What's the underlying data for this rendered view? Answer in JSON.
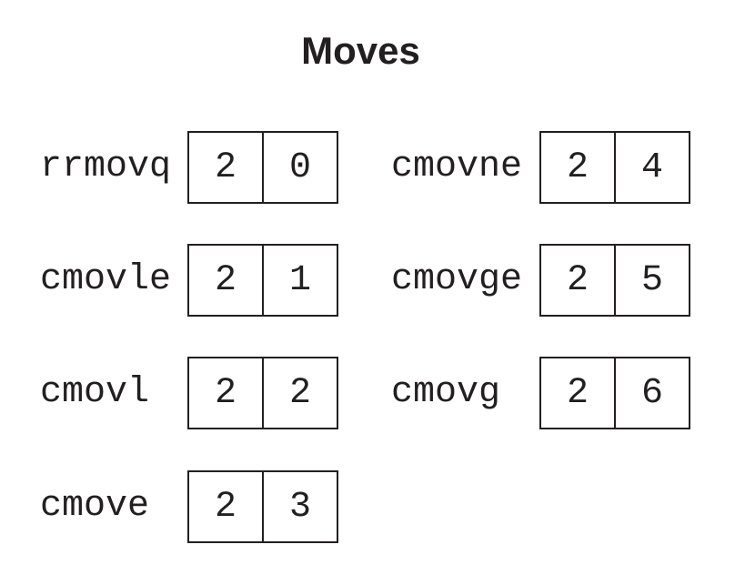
{
  "title": "Moves",
  "instructions": [
    {
      "mnemonic": "rrmovq",
      "icode": "2",
      "ifun": "0"
    },
    {
      "mnemonic": "cmovle",
      "icode": "2",
      "ifun": "1"
    },
    {
      "mnemonic": "cmovl",
      "icode": "2",
      "ifun": "2"
    },
    {
      "mnemonic": "cmove",
      "icode": "2",
      "ifun": "3"
    },
    {
      "mnemonic": "cmovne",
      "icode": "2",
      "ifun": "4"
    },
    {
      "mnemonic": "cmovge",
      "icode": "2",
      "ifun": "5"
    },
    {
      "mnemonic": "cmovg",
      "icode": "2",
      "ifun": "6"
    }
  ]
}
